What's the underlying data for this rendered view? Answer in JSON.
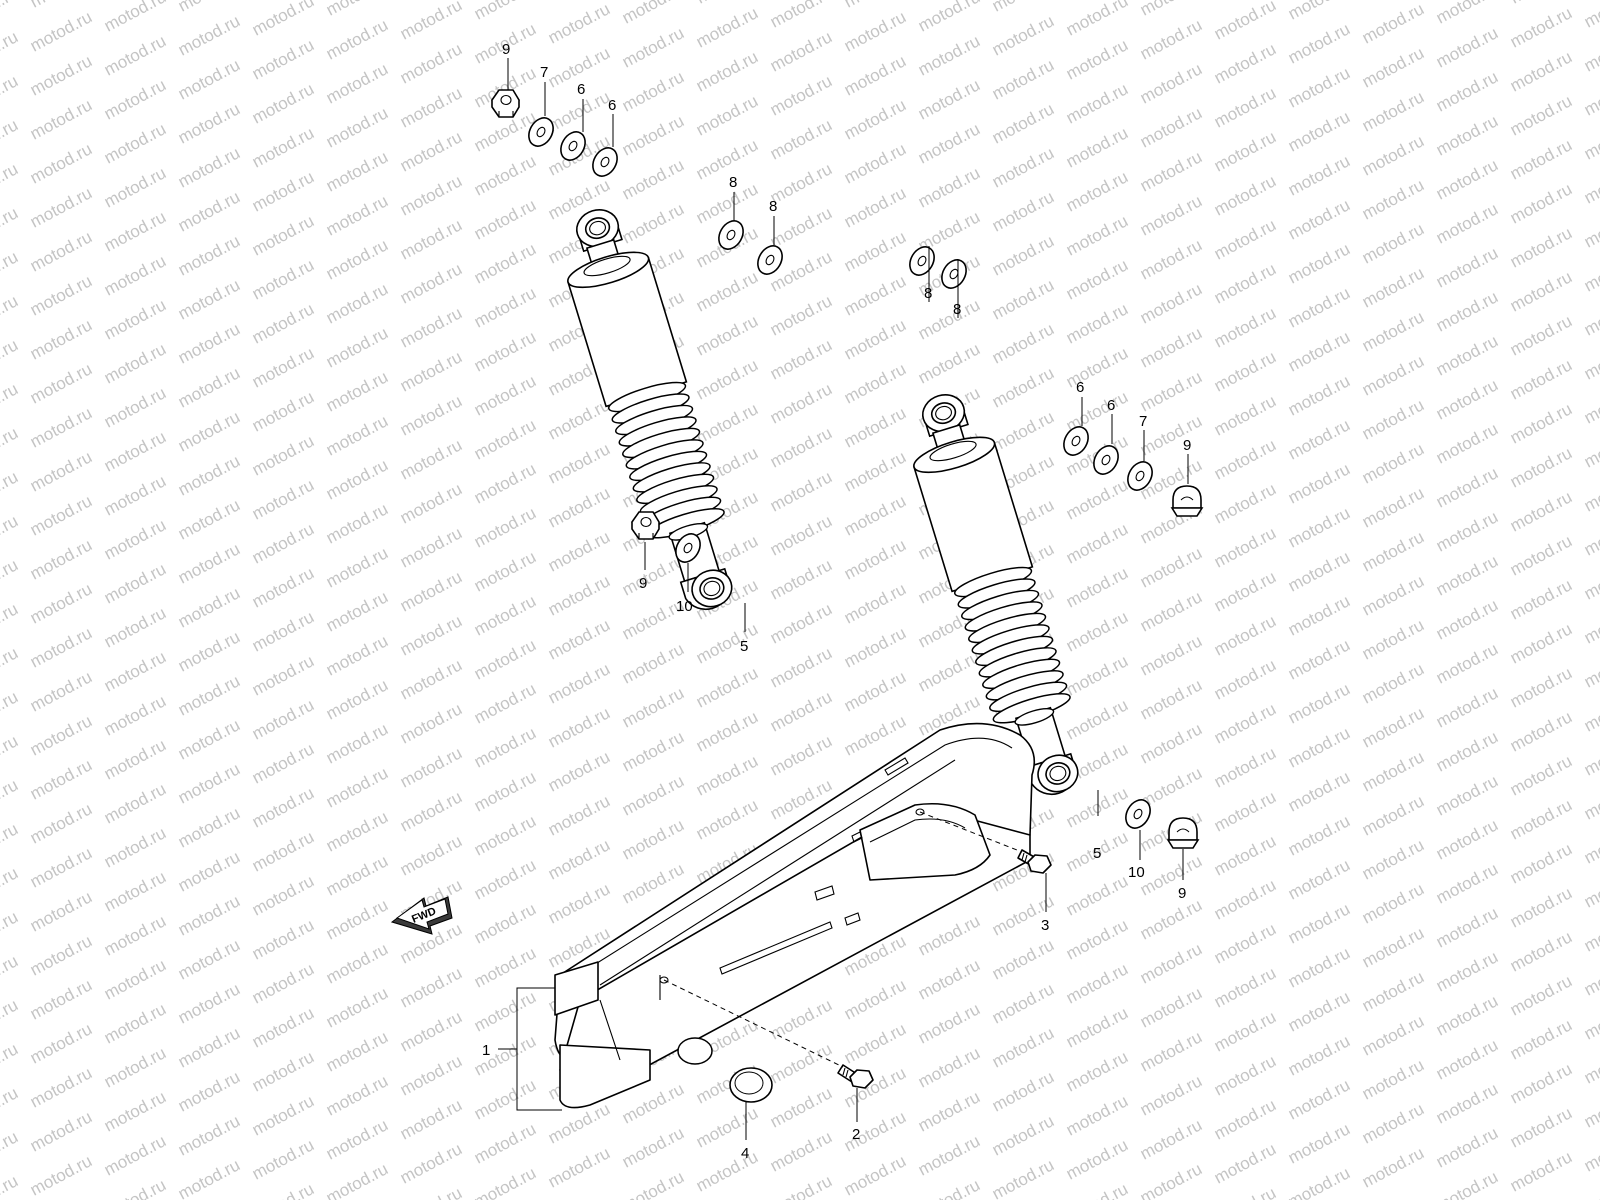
{
  "watermark": {
    "text": "motod.ru"
  },
  "fwd_arrow": {
    "label": "FWD"
  },
  "callouts": [
    {
      "id": "c9a",
      "label": "9"
    },
    {
      "id": "c7a",
      "label": "7"
    },
    {
      "id": "c6a",
      "label": "6"
    },
    {
      "id": "c6b",
      "label": "6"
    },
    {
      "id": "c8a",
      "label": "8"
    },
    {
      "id": "c8b",
      "label": "8"
    },
    {
      "id": "c9b",
      "label": "9"
    },
    {
      "id": "c10a",
      "label": "10"
    },
    {
      "id": "c5a",
      "label": "5"
    },
    {
      "id": "c8c",
      "label": "8"
    },
    {
      "id": "c8d",
      "label": "8"
    },
    {
      "id": "c6c",
      "label": "6"
    },
    {
      "id": "c6d",
      "label": "6"
    },
    {
      "id": "c7b",
      "label": "7"
    },
    {
      "id": "c9c",
      "label": "9"
    },
    {
      "id": "c5b",
      "label": "5"
    },
    {
      "id": "c10b",
      "label": "10"
    },
    {
      "id": "c9d",
      "label": "9"
    },
    {
      "id": "c3",
      "label": "3"
    },
    {
      "id": "c1",
      "label": "1"
    },
    {
      "id": "c2",
      "label": "2"
    },
    {
      "id": "c4",
      "label": "4"
    }
  ]
}
